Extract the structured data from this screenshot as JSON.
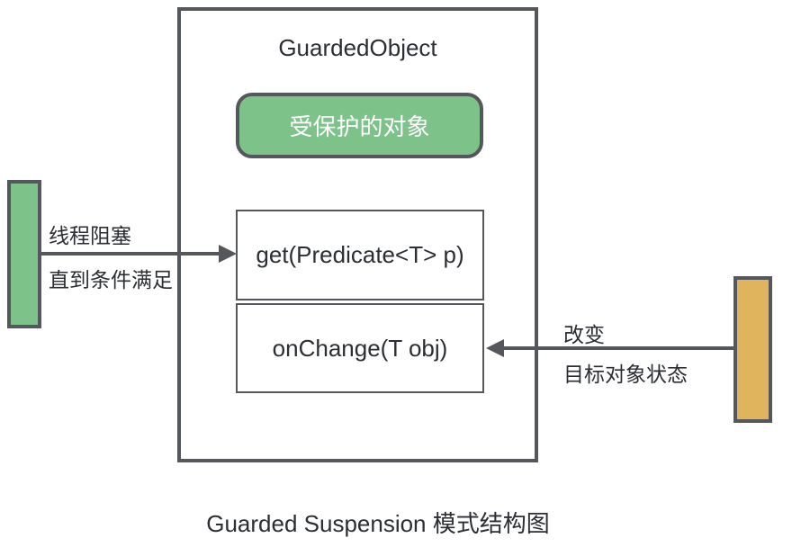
{
  "diagram": {
    "caption": "Guarded Suspension 模式结构图",
    "guarded_object": {
      "title": "GuardedObject",
      "protected_object_label": "受保护的对象",
      "methods": [
        {
          "signature": "get(Predicate<T> p)"
        },
        {
          "signature": "onChange(T obj)"
        }
      ]
    },
    "left_flow": {
      "label_line1": "线程阻塞",
      "label_line2": "直到条件满足",
      "direction": "right-into-get"
    },
    "right_flow": {
      "label_line1": "改变",
      "label_line2": "目标对象状态",
      "direction": "left-into-onChange"
    },
    "colors": {
      "border_gray": "#54585c",
      "actor_green": "#7cc289",
      "actor_yellow": "#dfb45c",
      "text_dark": "#2b2e33",
      "pill_text": "#ffffff",
      "background": "#ffffff"
    }
  }
}
